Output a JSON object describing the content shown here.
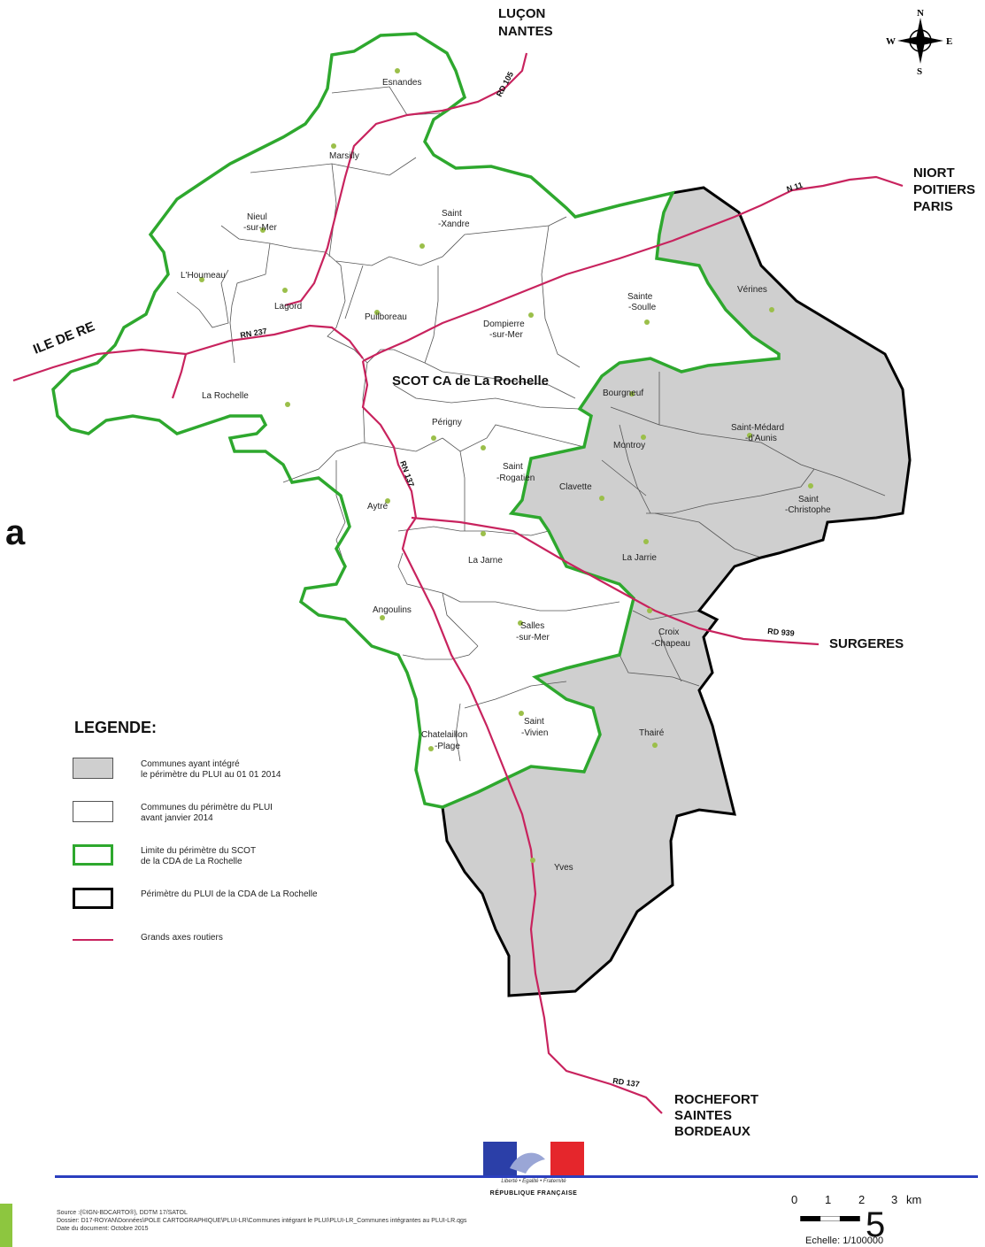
{
  "destinations": {
    "north": [
      "LUÇON",
      "NANTES"
    ],
    "east": [
      "NIORT",
      "POITIERS",
      "PARIS"
    ],
    "west": "ILE DE RE",
    "southeast": "SURGERES",
    "south": [
      "ROCHEFORT",
      "SAINTES",
      "BORDEAUX"
    ]
  },
  "roads": {
    "rd105": "RD 105",
    "n11": "N 11",
    "rn237": "RN 237",
    "rn137": "RN 137",
    "rd939": "RD 939",
    "rd137": "RD 137"
  },
  "compass": {
    "n": "N",
    "s": "S",
    "e": "E",
    "w": "W"
  },
  "scot_label": "SCOT CA de La Rochelle",
  "communes": {
    "esnandes": "Esnandes",
    "marsilly": "Marsilly",
    "nieul": [
      "Nieul",
      "-sur-Mer"
    ],
    "saint_xandre": [
      "Saint",
      "-Xandre"
    ],
    "lhoumeau": "L'Houmeau",
    "lagord": "Lagord",
    "puilboreau": "Puilboreau",
    "dompierre": [
      "Dompierre",
      "-sur-Mer"
    ],
    "sainte_soulle": [
      "Sainte",
      "-Soulle"
    ],
    "verines": "Vérines",
    "la_rochelle": "La Rochelle",
    "bourgneuf": "Bourgneuf",
    "saint_medard": [
      "Saint-Médard",
      "-d'Aunis"
    ],
    "perigny": "Périgny",
    "montroy": "Montroy",
    "saint_rogatien": [
      "Saint",
      "-Rogatien"
    ],
    "clavette": "Clavette",
    "saint_christophe": [
      "Saint",
      "-Christophe"
    ],
    "aytre": "Aytré",
    "la_jarne": "La Jarne",
    "la_jarrie": "La Jarrie",
    "angoulins": "Angoulins",
    "salles": [
      "Salles",
      "-sur-Mer"
    ],
    "croix_chapeau": [
      "Croix",
      "-Chapeau"
    ],
    "saint_vivien": [
      "Saint",
      "-Vivien"
    ],
    "thaire": "Thairé",
    "chatelaillon": [
      "Chatelaillon",
      "-Plage"
    ],
    "yves": "Yves"
  },
  "legend": {
    "title": "LEGENDE:",
    "items": [
      {
        "label": "Communes ayant intégré\nle périmètre du PLUI au 01 01 2014",
        "symbol": "grey-fill",
        "color": "#cfcfcf"
      },
      {
        "label": "Communes du périmètre du PLUI\navant janvier 2014",
        "symbol": "white-fill",
        "color": "#ffffff"
      },
      {
        "label": "Limite du périmètre du SCOT\nde la CDA de La Rochelle",
        "symbol": "green-outline",
        "color": "#2ea82e"
      },
      {
        "label": "Périmètre du PLUI de la CDA de La Rochelle",
        "symbol": "black-outline",
        "color": "#000000"
      },
      {
        "label": "Grands axes routiers",
        "symbol": "road-line",
        "color": "#c8235e"
      }
    ]
  },
  "panel_letter": "a",
  "source_text": "Source :(©IGN-BDCARTO®), DDTM 17/SATOL\nDossier: D17-ROYAN\\Données\\POLE CARTOGRAPHIQUE\\PLUI-LR\\Communes intégrant le PLUI\\PLUI-LR_Communes intégrantes au PLUI-LR.qgs\nDate du document: Octobre 2015",
  "republic": {
    "motto": "Liberté • Égalité • Fraternité",
    "name": "RÉPUBLIQUE FRANÇAISE"
  },
  "scale": {
    "ticks": [
      "0",
      "1",
      "2",
      "3"
    ],
    "unit": "km",
    "echelle": "Echelle: 1/100000"
  },
  "page_number": "5"
}
